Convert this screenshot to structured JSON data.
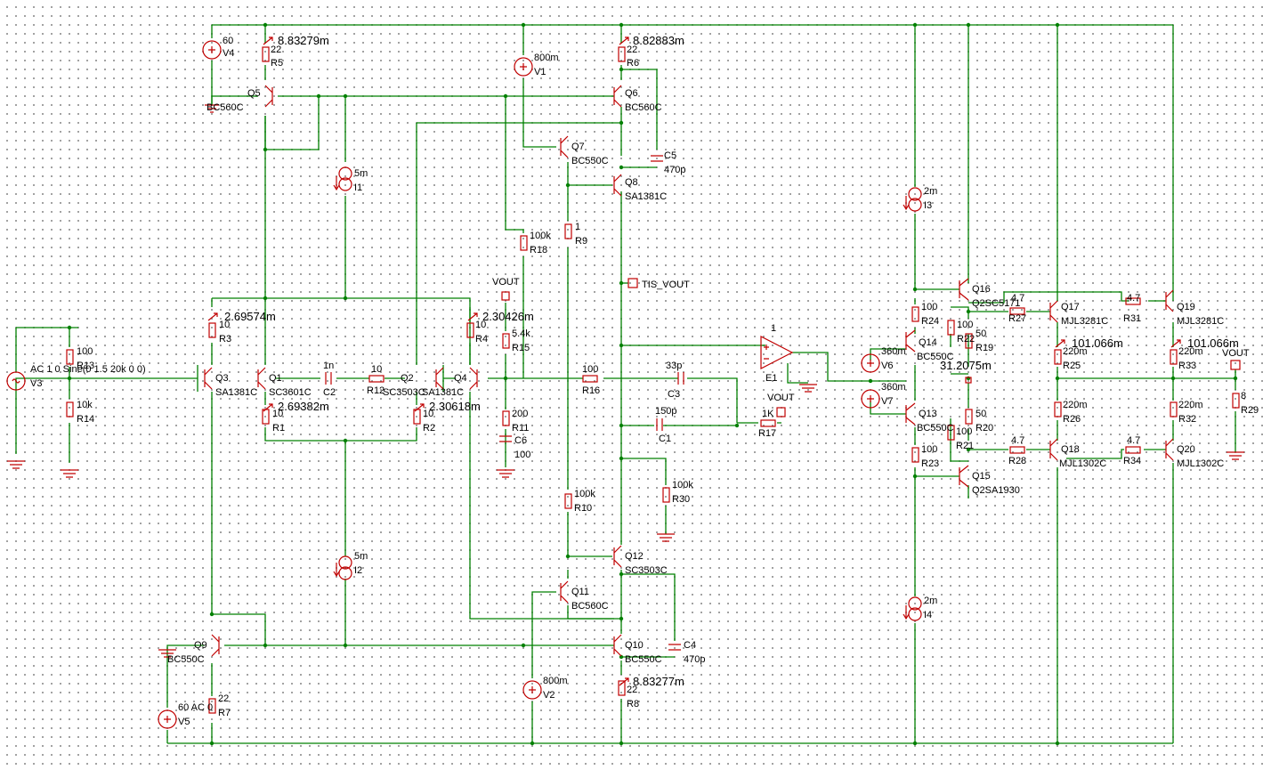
{
  "labels": {
    "v4_val": "60",
    "v4": "V4",
    "m5": "8.83279m",
    "r5_val": "22",
    "r5": "R5",
    "q5": "Q5",
    "q5_part": "BC560C",
    "v1_val": "800m",
    "v1": "V1",
    "m6": "8.82883m",
    "r6_val": "22",
    "r6": "R6",
    "q6": "Q6",
    "q6_part": "BC560C",
    "q7": "Q7",
    "q7_part": "BC550C",
    "c5": "C5",
    "c5_val": "470p",
    "q8": "Q8",
    "q8_part": "SA1381C",
    "i1_val": "5m",
    "i1": "I1",
    "r9_val": "1",
    "r9": "R9",
    "r18_val": "100k",
    "r18": "R18",
    "tis_vout": "TIS_VOUT",
    "vout1": "VOUT",
    "r15_val": "5.4k",
    "r15": "R15",
    "m3": "2.69574m",
    "r3_val": "10",
    "r3": "R3",
    "m4": "2.30426m",
    "r4_val": "10",
    "r4": "R4",
    "r13_val": "100",
    "r13": "R13",
    "v3_spec": "AC 1 0 Sine(0 1.5 20k 0 0)",
    "v3": "V3",
    "q3": "Q3",
    "q3_part": "SA1381C",
    "q1": "Q1",
    "q1_part": "SC3601C",
    "c2_val": "1n",
    "c2": "C2",
    "r12_val": "10",
    "r12": "R12",
    "q2": "Q2",
    "q2_part": "SC3503C",
    "q4": "Q4",
    "q4_part": "SA1381C",
    "r16_val": "100",
    "r16": "R16",
    "c3_val": "33p",
    "c3": "C3",
    "r14_val": "10k",
    "r14": "R14",
    "m1": "2.69382m",
    "r1_val": "10",
    "r1": "R1",
    "m2": "2.30618m",
    "r2_val": "10",
    "r2": "R2",
    "r11_val": "200",
    "r11": "R11",
    "c6": "C6",
    "c6_val": "100",
    "c1_val": "150p",
    "c1": "C1",
    "e1_gain": "1",
    "e1": "E1",
    "vout2": "VOUT",
    "r17_val": "1K",
    "r17": "R17",
    "r30_val": "100k",
    "r30": "R30",
    "r10_val": "100k",
    "r10": "R10",
    "q12": "Q12",
    "q12_part": "SC3503C",
    "i2_val": "5m",
    "i2": "I2",
    "q11": "Q11",
    "q11_part": "BC560C",
    "q9": "Q9",
    "q9_part": "BC550C",
    "q10": "Q10",
    "q10_part": "BC550C",
    "c4": "C4",
    "c4_val": "470p",
    "v5_val": "60 AC 0",
    "v5": "V5",
    "r7_val": "22",
    "r7": "R7",
    "v2_val": "800m",
    "v2": "V2",
    "m8": "8.83277m",
    "r8_val": "22",
    "r8": "R8",
    "i3_val": "2m",
    "i3": "I3",
    "i4_val": "2m",
    "i4": "I4",
    "q16": "Q16",
    "q16_part": "Q2SC5171",
    "r27_val": "4.7",
    "r27": "R27",
    "q17": "Q17",
    "q17_part": "MJL3281C",
    "r31_val": "4.7",
    "r31": "R31",
    "q19": "Q19",
    "q19_part": "MJL3281C",
    "r24_val": "100",
    "r24": "R24",
    "r22_val": "100",
    "r22": "R22",
    "r19_val": "50",
    "r19": "R19",
    "q14": "Q14",
    "q14_part": "BC550C",
    "v6_val": "360m",
    "v6": "V6",
    "v7_val": "360m",
    "v7": "V7",
    "m_bias": "31.2075m",
    "m25": "101.066m",
    "r25_val": "220m",
    "r25": "R25",
    "m33": "101.066m",
    "r33_val": "220m",
    "r33": "R33",
    "vout3": "VOUT",
    "r29_val": "8",
    "r29": "R29",
    "r26_val": "220m",
    "r26": "R26",
    "r32_val": "220m",
    "r32": "R32",
    "q13": "Q13",
    "q13_part": "BC550C",
    "r20_val": "50",
    "r20": "R20",
    "r21_val": "100",
    "r21": "R21",
    "r28_val": "4.7",
    "r28": "R28",
    "q18": "Q18",
    "q18_part": "MJL1302C",
    "r34_val": "4.7",
    "r34": "R34",
    "q20": "Q20",
    "q20_part": "MJL1302C",
    "r23_val": "100",
    "r23": "R23",
    "q15": "Q15",
    "q15_part": "Q2SA1930"
  },
  "colors": {
    "wire": "#008000",
    "component": "#c00000",
    "grid_dot": "#8a8a8a",
    "background": "#ffffff"
  }
}
